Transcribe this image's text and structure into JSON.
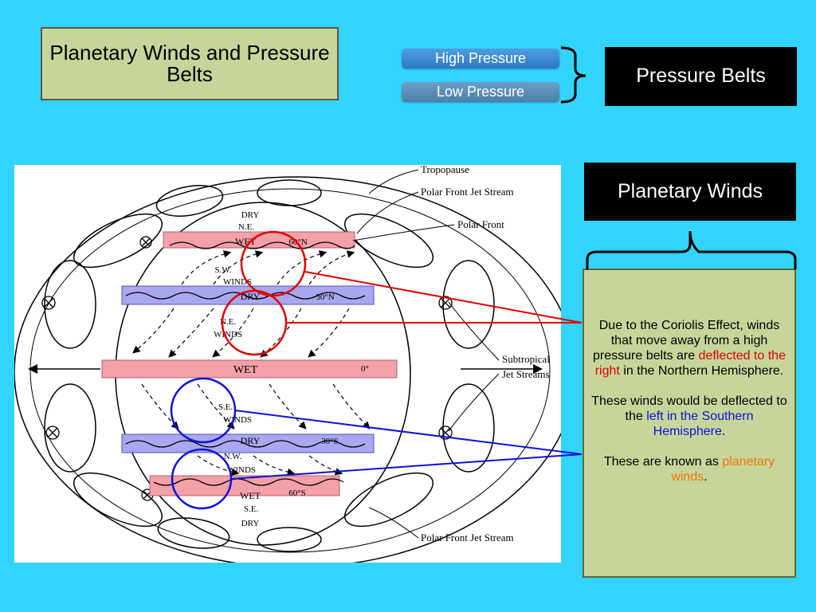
{
  "title": "Planetary Winds and Pressure Belts",
  "legend": {
    "high": "High Pressure",
    "low": "Low Pressure",
    "pressure_belts": "Pressure Belts",
    "planetary_winds": "Planetary Winds"
  },
  "colors": {
    "background": "#33d4ff",
    "high_belt": "#f4a0a8",
    "low_belt": "#a8a8f0",
    "north_circle": "#e00000",
    "south_circle": "#1010d8",
    "panel": "#c6d69b"
  },
  "explanation": {
    "p1_pre": "Due to the Coriolis Effect, winds that move away from a high pressure belts are ",
    "p1_red": "deflected to the right",
    "p1_post": " in the Northern Hemisphere.",
    "p2_pre": "These winds would be deflected to the ",
    "p2_blue": "left in the Southern Hemisphere",
    "p2_post": ".",
    "p3_pre": "These are known as ",
    "p3_orange": "planetary winds",
    "p3_post": "."
  },
  "diagram": {
    "labels": {
      "tropopause": "Tropopause",
      "polar_front_jet_top": "Polar Front Jet Stream",
      "polar_front": "Polar Front",
      "subtropical_1": "Subtropical",
      "subtropical_2": "Jet Streams",
      "polar_front_jet_bottom": "Polar Front Jet Stream"
    },
    "zones": {
      "dry_n60": "DRY",
      "ne_n60": "N.E.",
      "wet_n60": "WET",
      "lat_60n": "60°N",
      "sw_1": "S.W.",
      "sw_2": "WINDS",
      "dry_30n": "DRY",
      "lat_30n": "30°N",
      "ne_1": "N.E.",
      "ne_2": "WINDS",
      "wet_eq": "WET",
      "lat_eq": "0°",
      "se_1": "S.E.",
      "se_2": "WINDS",
      "dry_30s": "DRY",
      "lat_30s": "30°S",
      "nw_1": "N.W.",
      "nw_2": "WINDS",
      "wet_60s": "WET",
      "lat_60s": "60°S",
      "se_s60": "S.E.",
      "dry_s60": "DRY"
    }
  }
}
